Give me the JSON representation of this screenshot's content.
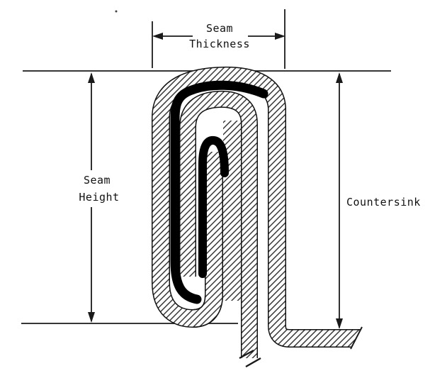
{
  "diagram": {
    "labels": {
      "seam_thickness": {
        "line1": "Seam",
        "line2": "Thickness"
      },
      "seam_height": {
        "line1": "Seam",
        "line2": "Height"
      },
      "countersink": "Countersink"
    },
    "colors": {
      "ink": "#1a1a1a",
      "paper": "#ffffff",
      "solid_fill": "#000000"
    }
  }
}
